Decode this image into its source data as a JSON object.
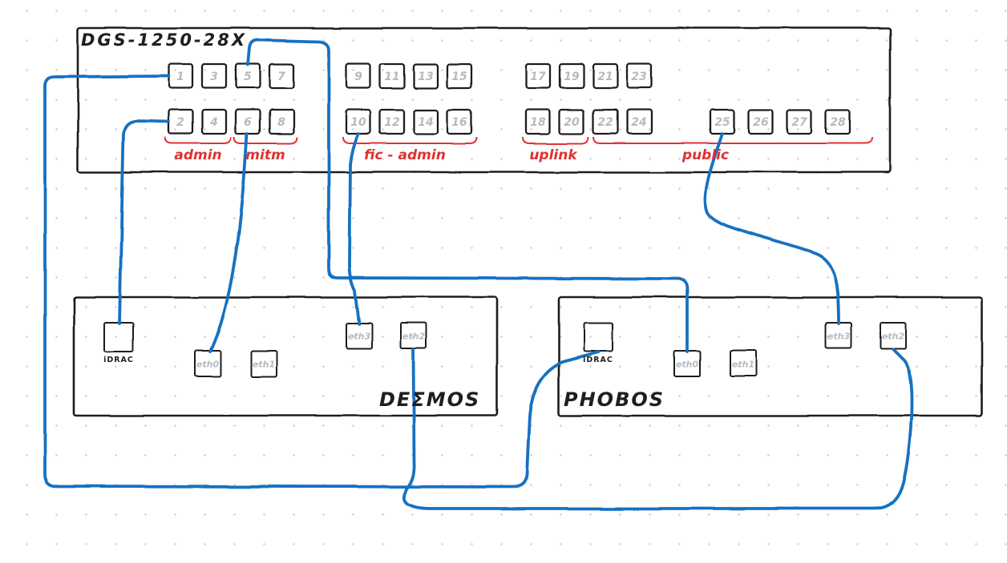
{
  "colors": {
    "ink": "#1e1e1e",
    "cable": "#1971c2",
    "vlan": "#e03131",
    "dim": "#b5bac0"
  },
  "switch": {
    "title": "DGS-1250-28X",
    "ports": {
      "top_row": [
        "1",
        "3",
        "5",
        "7",
        "9",
        "11",
        "13",
        "15",
        "17",
        "19",
        "21",
        "23"
      ],
      "bottom_row": [
        "2",
        "4",
        "6",
        "8",
        "10",
        "12",
        "14",
        "16",
        "18",
        "20",
        "22",
        "24"
      ],
      "sfp_row": [
        "25",
        "26",
        "27",
        "28"
      ]
    },
    "groups": [
      {
        "label": "admin",
        "ports": "1-4"
      },
      {
        "label": "mitm",
        "ports": "5-8"
      },
      {
        "label": "fic - admin",
        "ports": "9-16"
      },
      {
        "label": "uplink",
        "ports": "17-20"
      },
      {
        "label": "public",
        "ports": "21-28"
      }
    ]
  },
  "servers": [
    {
      "name": "DEΣMOS",
      "ports": [
        {
          "label": "iDRAC"
        },
        {
          "label": "eth0"
        },
        {
          "label": "eth1"
        },
        {
          "label": "eth3"
        },
        {
          "label": "eth2"
        }
      ]
    },
    {
      "name": "PHOBOS",
      "ports": [
        {
          "label": "iDRAC"
        },
        {
          "label": "eth0"
        },
        {
          "label": "eth1"
        },
        {
          "label": "eth3"
        },
        {
          "label": "eth2"
        }
      ]
    }
  ],
  "connections": [
    {
      "from": "switch port 1",
      "to": "PHOBOS iDRAC"
    },
    {
      "from": "switch port 2",
      "to": "DEΣMOS iDRAC"
    },
    {
      "from": "switch port 5",
      "to": "PHOBOS eth0"
    },
    {
      "from": "switch port 6",
      "to": "DEΣMOS eth0"
    },
    {
      "from": "switch port 10",
      "to": "DEΣMOS eth3"
    },
    {
      "from": "switch port 25",
      "to": "PHOBOS eth3"
    },
    {
      "from": "DEΣMOS eth2",
      "to": "PHOBOS eth2"
    }
  ]
}
